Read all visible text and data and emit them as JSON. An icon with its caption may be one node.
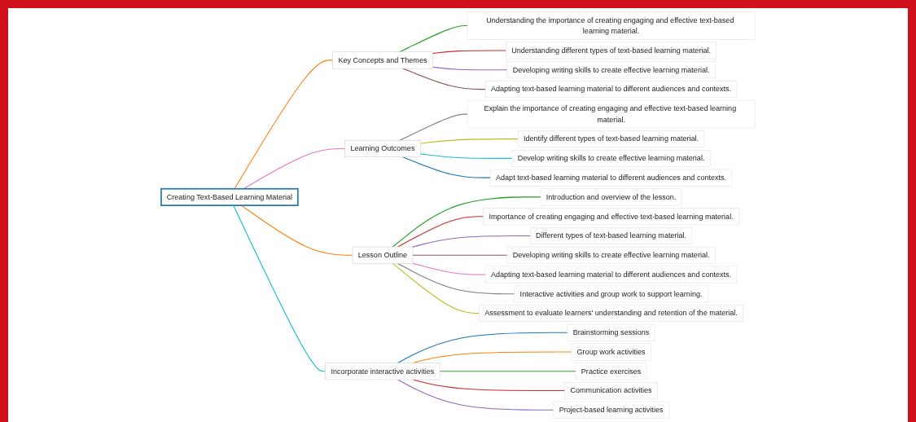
{
  "diagram": {
    "nodes": [
      {
        "text": [
          "Creating Text-Based Learning Material"
        ]
      },
      {
        "text": [
          "Key Concepts and Themes"
        ]
      },
      {
        "text": [
          "Understanding the importance of creating engaging and effective text-based learning material."
        ]
      },
      {
        "text": [
          "Understanding different types of text-based learning material."
        ]
      },
      {
        "text": [
          "Developing writing skills to create effective learning material."
        ]
      },
      {
        "text": [
          "Adapting text-based learning material to different audiences and contexts."
        ]
      },
      {
        "text": [
          "Learning Outcomes"
        ]
      },
      {
        "text": [
          "Explain the importance of creating engaging and effective text-based learning material."
        ]
      },
      {
        "text": [
          "Identify different types of text-based learning material."
        ]
      },
      {
        "text": [
          "Develop writing skills to create effective learning material."
        ]
      },
      {
        "text": [
          "Adapt text-based learning material to different audiences and contexts."
        ]
      },
      {
        "text": [
          "Lesson Outline"
        ]
      },
      {
        "text": [
          "Introduction and overview of the lesson."
        ]
      },
      {
        "text": [
          "Importance of creating engaging and effective text-based learning material."
        ]
      },
      {
        "text": [
          "Different types of text-based learning material."
        ]
      },
      {
        "text": [
          "Developing writing skills to create effective learning material."
        ]
      },
      {
        "text": [
          "Adapting text-based learning material to different audiences and contexts."
        ]
      },
      {
        "text": [
          "Interactive activities and group work to support learning."
        ]
      },
      {
        "text": [
          "Assessment to evaluate learners' understanding and retention of the material."
        ]
      },
      {
        "text": [
          "Incorporate interactive activities"
        ]
      },
      {
        "text": [
          "Brainstorming sessions"
        ]
      },
      {
        "text": [
          "Group work activities"
        ]
      },
      {
        "text": [
          "Practice exercises"
        ]
      },
      {
        "text": [
          "Communication activities"
        ]
      },
      {
        "text": [
          "Project-based learning activities"
        ]
      }
    ],
    "edges": [
      {
        "from": 0,
        "to": 1,
        "arrow": "none",
        "color": "#ff7f0e"
      },
      {
        "from": 1,
        "to": 2,
        "arrow": "none",
        "color": "#2ca02c"
      },
      {
        "from": 1,
        "to": 3,
        "arrow": "none",
        "color": "#d62728"
      },
      {
        "from": 1,
        "to": 4,
        "arrow": "none",
        "color": "#9467bd"
      },
      {
        "from": 1,
        "to": 5,
        "arrow": "none",
        "color": "#8c564b"
      },
      {
        "from": 0,
        "to": 6,
        "arrow": "none",
        "color": "#e377c2"
      },
      {
        "from": 6,
        "to": 7,
        "arrow": "none",
        "color": "#7f7f7f"
      },
      {
        "from": 6,
        "to": 8,
        "arrow": "none",
        "color": "#bcbd22"
      },
      {
        "from": 6,
        "to": 9,
        "arrow": "none",
        "color": "#17becf"
      },
      {
        "from": 6,
        "to": 10,
        "arrow": "none",
        "color": "#1f77b4"
      },
      {
        "from": 0,
        "to": 11,
        "arrow": "none",
        "color": "#ff7f0e"
      },
      {
        "from": 11,
        "to": 12,
        "arrow": "none",
        "color": "#2ca02c"
      },
      {
        "from": 11,
        "to": 13,
        "arrow": "none",
        "color": "#d62728"
      },
      {
        "from": 11,
        "to": 14,
        "arrow": "none",
        "color": "#9467bd"
      },
      {
        "from": 11,
        "to": 15,
        "arrow": "none",
        "color": "#8c564b"
      },
      {
        "from": 11,
        "to": 16,
        "arrow": "none",
        "color": "#e377c2"
      },
      {
        "from": 11,
        "to": 17,
        "arrow": "none",
        "color": "#7f7f7f"
      },
      {
        "from": 11,
        "to": 18,
        "arrow": "none",
        "color": "#bcbd22"
      },
      {
        "from": 0,
        "to": 19,
        "arrow": "none",
        "color": "#17becf"
      },
      {
        "from": 19,
        "to": 20,
        "arrow": "none",
        "color": "#1f77b4"
      },
      {
        "from": 19,
        "to": 21,
        "arrow": "none",
        "color": "#ff7f0e"
      },
      {
        "from": 19,
        "to": 22,
        "arrow": "none",
        "color": "#2ca02c"
      },
      {
        "from": 19,
        "to": 23,
        "arrow": "none",
        "color": "#d62728"
      },
      {
        "from": 19,
        "to": 24,
        "arrow": "none",
        "color": "#9467bd"
      }
    ]
  }
}
